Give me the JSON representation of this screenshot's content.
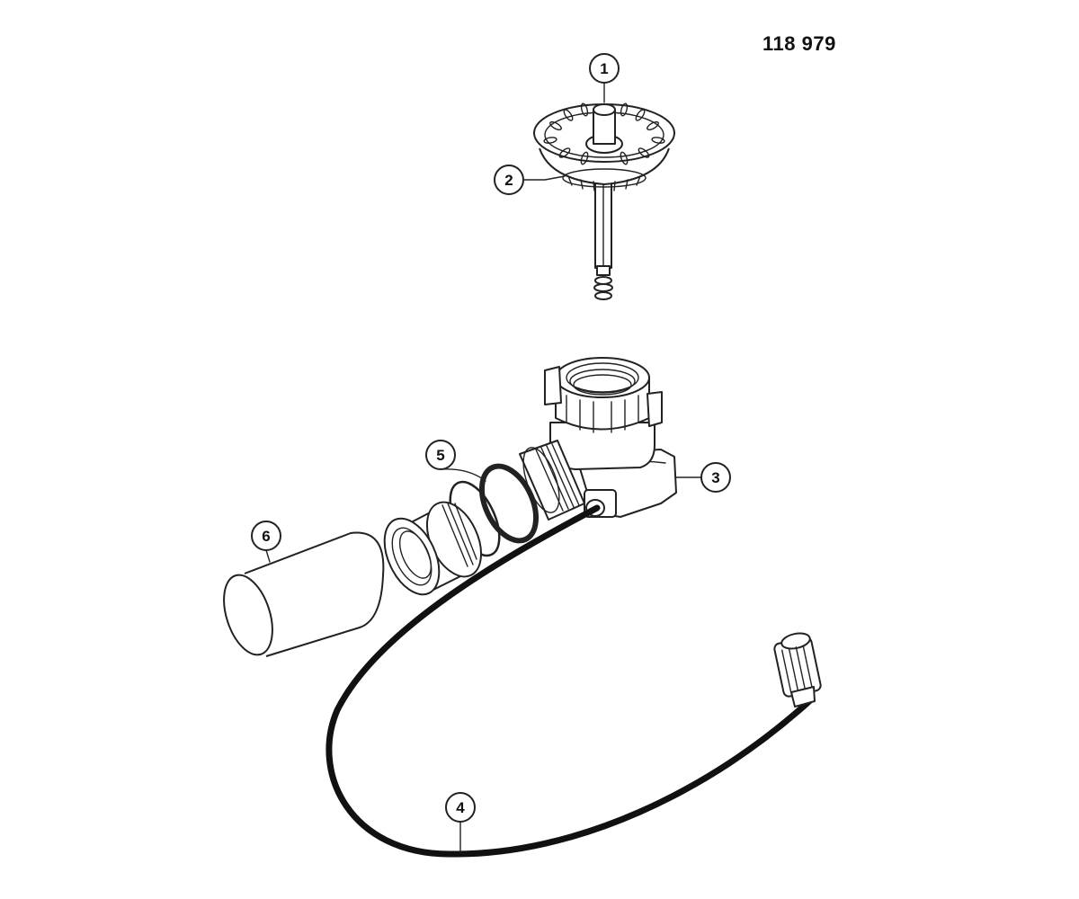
{
  "part_number": "118 979",
  "callouts": [
    {
      "id": "1",
      "label": "1"
    },
    {
      "id": "2",
      "label": "2"
    },
    {
      "id": "3",
      "label": "3"
    },
    {
      "id": "4",
      "label": "4"
    },
    {
      "id": "5",
      "label": "5"
    },
    {
      "id": "6",
      "label": "6"
    }
  ]
}
